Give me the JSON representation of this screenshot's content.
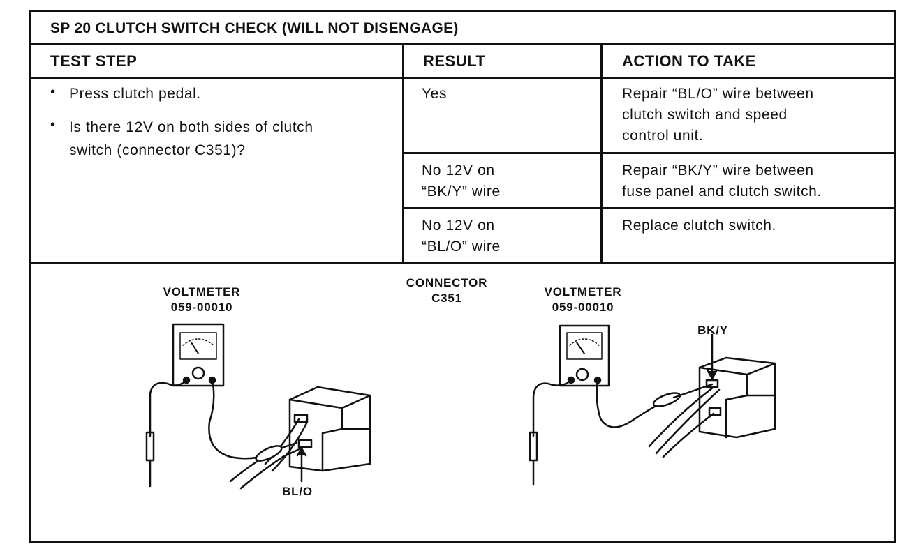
{
  "title": "SP 20 CLUTCH SWITCH CHECK (WILL NOT DISENGAGE)",
  "headers": {
    "test_step": "TEST STEP",
    "result": "RESULT",
    "action": "ACTION TO TAKE"
  },
  "test_steps": [
    "Press clutch pedal.",
    "Is there 12V on both sides of clutch\nswitch (connector C351)?"
  ],
  "rows": [
    {
      "result": "Yes",
      "action": "Repair “BL/O” wire between\nclutch switch and speed\ncontrol unit."
    },
    {
      "result": "No 12V on\n“BK/Y” wire",
      "action": "Repair “BK/Y” wire between\nfuse panel and clutch switch."
    },
    {
      "result": "No 12V on\n“BL/O” wire",
      "action": "Replace clutch switch."
    }
  ],
  "figure": {
    "voltmeter_left": "VOLTMETER\n059-00010",
    "connector": "CONNECTOR\nC351",
    "voltmeter_right": "VOLTMETER\n059-00010",
    "wire_left": "BL/O",
    "wire_right": "BK/Y"
  },
  "colors": {
    "ink": "#111111",
    "paper": "#ffffff"
  }
}
